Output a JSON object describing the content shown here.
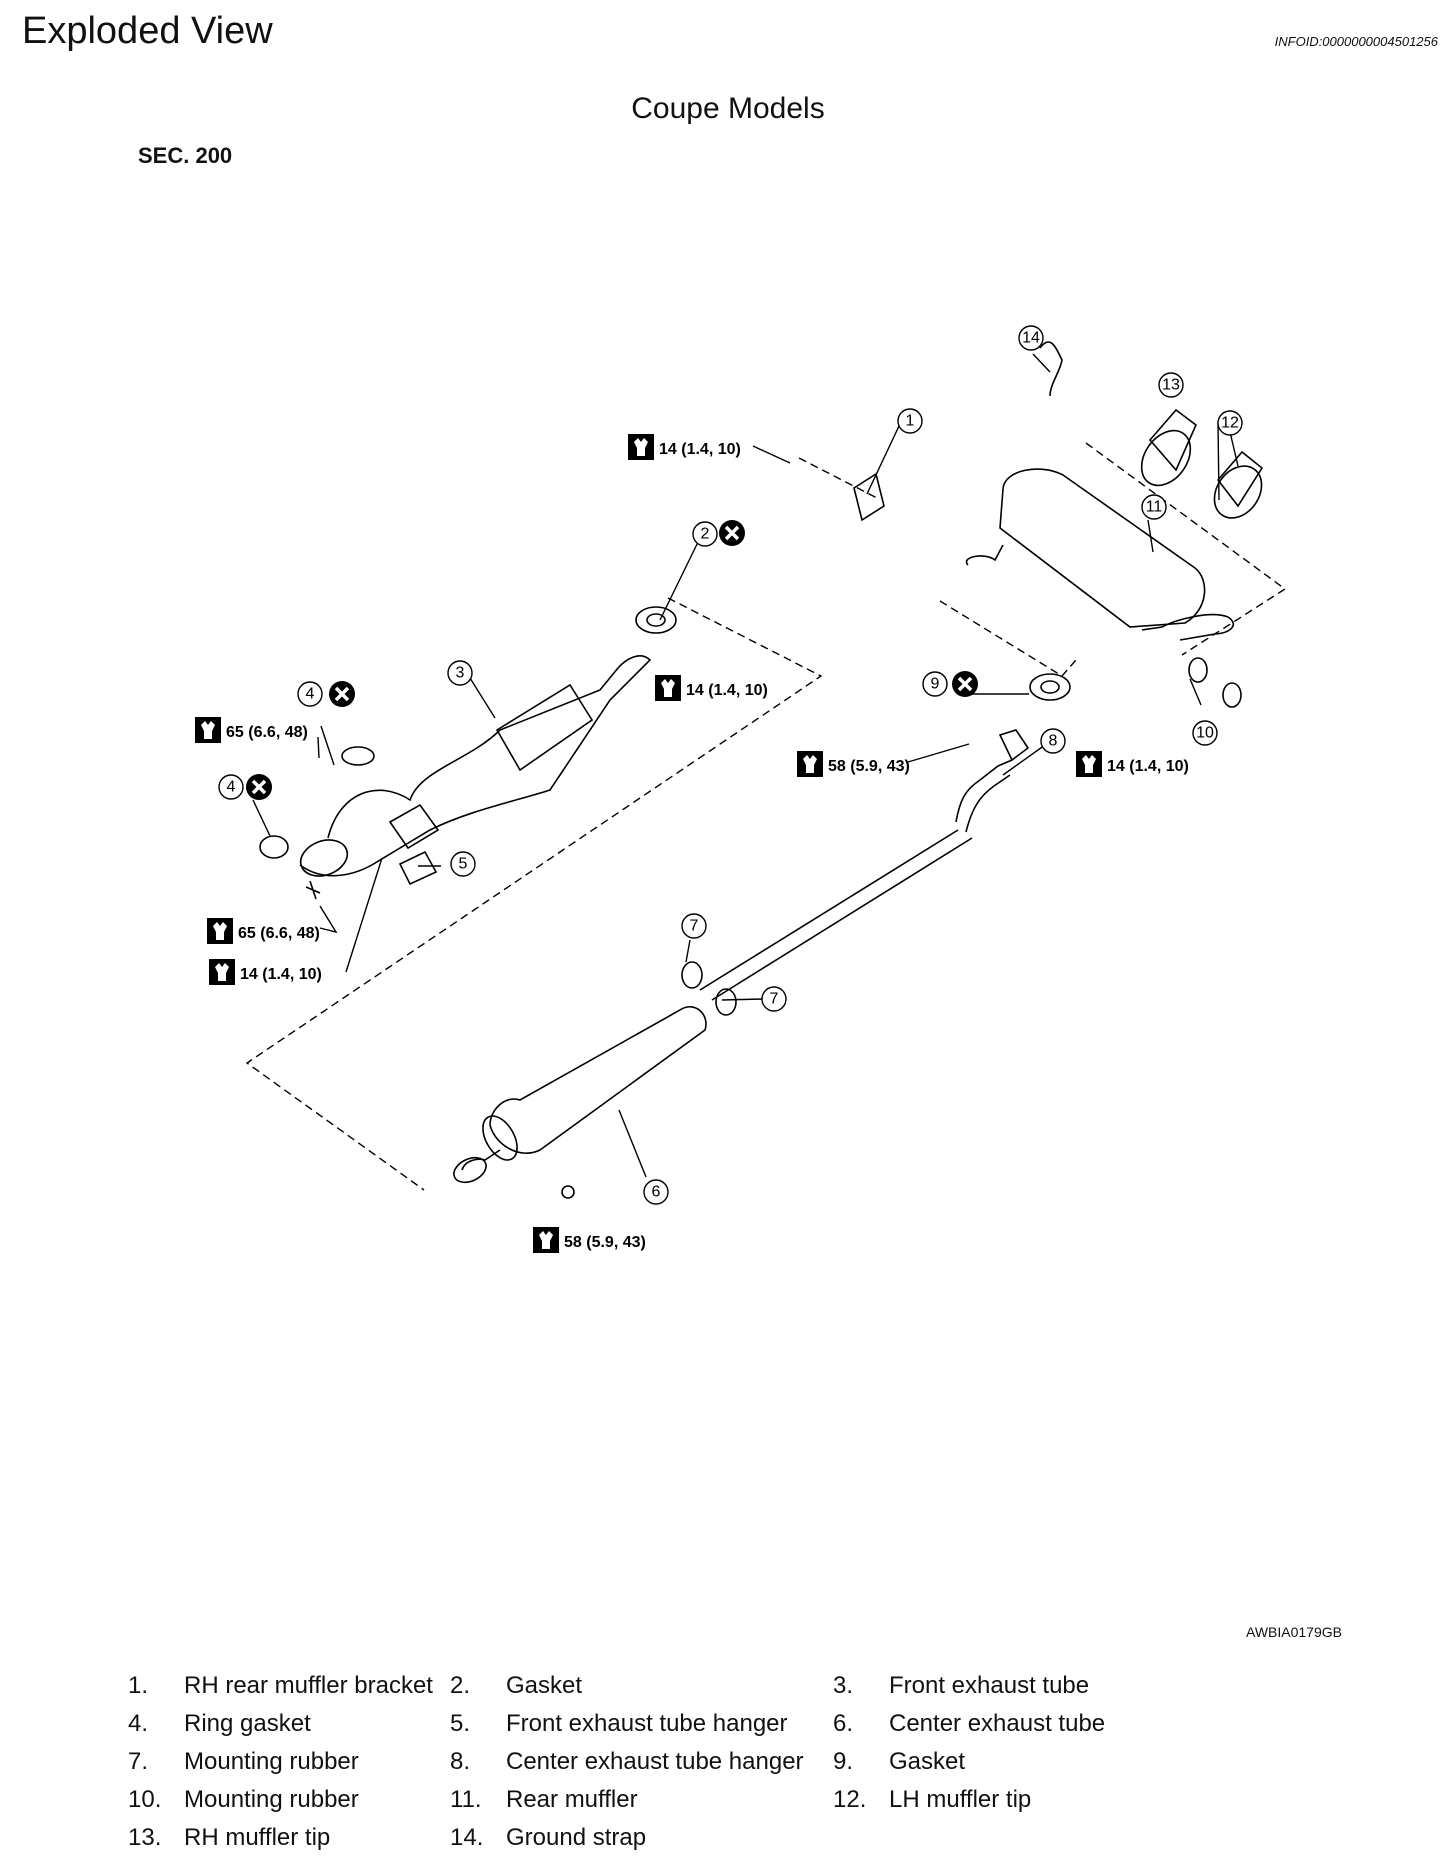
{
  "header": {
    "title": "Exploded View",
    "info_id": "INFOID:0000000004501256"
  },
  "subtitle": "Coupe Models",
  "section": "SEC. 200",
  "figure_code": "AWBIA0179GB",
  "torque_labels": [
    "14 (1.4, 10)",
    "14 (1.4, 10)",
    "65 (6.6, 48)",
    "65 (6.6, 48)",
    "14 (1.4, 10)",
    "58 (5.9, 43)",
    "14 (1.4, 10)",
    "58 (5.9, 43)"
  ],
  "callouts": [
    "1",
    "2",
    "3",
    "4",
    "4",
    "5",
    "6",
    "7",
    "7",
    "8",
    "9",
    "10",
    "11",
    "12",
    "13",
    "14"
  ],
  "legend": [
    [
      {
        "num": "1.",
        "label": "RH rear muffler bracket"
      },
      {
        "num": "2.",
        "label": "Gasket"
      },
      {
        "num": "3.",
        "label": "Front exhaust tube"
      }
    ],
    [
      {
        "num": "4.",
        "label": "Ring gasket"
      },
      {
        "num": "5.",
        "label": "Front exhaust tube hanger"
      },
      {
        "num": "6.",
        "label": "Center exhaust tube"
      }
    ],
    [
      {
        "num": "7.",
        "label": "Mounting rubber"
      },
      {
        "num": "8.",
        "label": "Center exhaust tube hanger"
      },
      {
        "num": "9.",
        "label": "Gasket"
      }
    ],
    [
      {
        "num": "10.",
        "label": "Mounting rubber"
      },
      {
        "num": "11.",
        "label": "Rear muffler"
      },
      {
        "num": "12.",
        "label": "LH muffler tip"
      }
    ],
    [
      {
        "num": "13.",
        "label": "RH muffler tip"
      },
      {
        "num": "14.",
        "label": "Ground strap"
      }
    ]
  ]
}
